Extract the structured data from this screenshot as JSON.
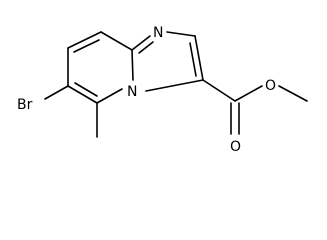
{
  "molecule": {
    "atoms": {
      "n_imidazole": "N",
      "n_bridgehead": "N",
      "bromine": "Br",
      "ester_oxygen": "O",
      "carbonyl_oxygen": "O"
    }
  },
  "colors": {
    "bond": "#000000",
    "label": "#000000",
    "background": "#ffffff"
  }
}
